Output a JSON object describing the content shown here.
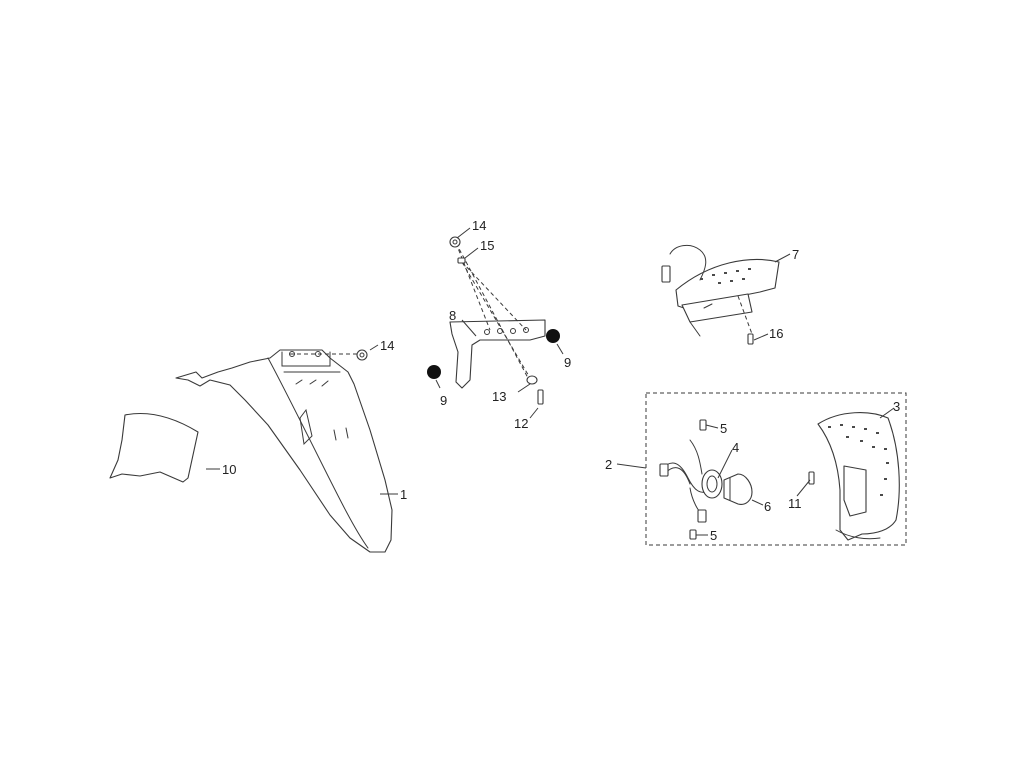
{
  "diagram": {
    "callouts": {
      "c1": "1",
      "c2": "2",
      "c3": "3",
      "c4": "4",
      "c5a": "5",
      "c5b": "5",
      "c6": "6",
      "c7": "7",
      "c8": "8",
      "c9a": "9",
      "c9b": "9",
      "c10": "10",
      "c11": "11",
      "c12": "12",
      "c13": "13",
      "c14a": "14",
      "c14b": "14",
      "c15": "15",
      "c16": "16"
    },
    "colors": {
      "line": "#3a3a3a",
      "fill_dot": "#111111",
      "background": "#ffffff"
    }
  }
}
